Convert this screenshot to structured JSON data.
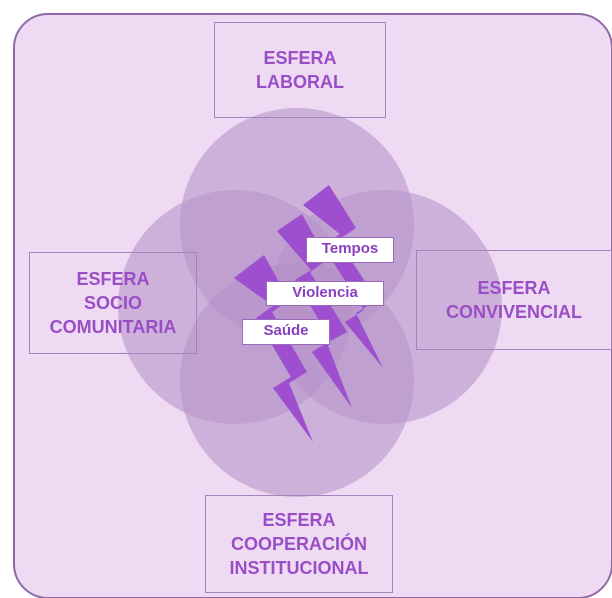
{
  "colors": {
    "background": "#eedaf2",
    "frame_border": "#8f6aa6",
    "circle_fill": "#b58fc8",
    "bolt_fill": "#9d4fcf",
    "label_text": "#9a4ec6",
    "tag_text": "#8a3fc0"
  },
  "spheres": {
    "laboral": {
      "line1": "ESFERA",
      "line2": "LABORAL"
    },
    "socio": {
      "line1": "ESFERA",
      "line2": "SOCIO",
      "line3": "COMUNITARIA"
    },
    "convivencial": {
      "line1": "ESFERA",
      "line2": "CONVIVENCIAL"
    },
    "cooperacion": {
      "line1": "ESFERA",
      "line2": "COOPERACIÓN",
      "line3": "INSTITUCIONAL"
    }
  },
  "tags": {
    "tempos": "Tempos",
    "violencia": "Violencia",
    "saude": "Saúde"
  },
  "icons": {
    "lightning": "lightning-bolt-icon"
  }
}
